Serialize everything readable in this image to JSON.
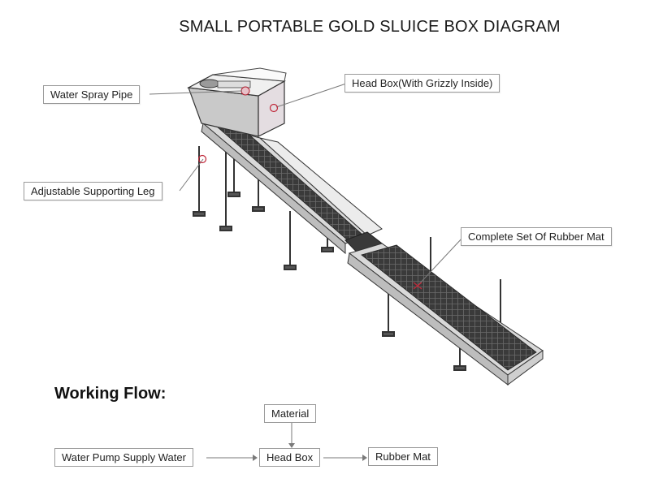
{
  "title": "SMALL PORTABLE GOLD SLUICE BOX DIAGRAM",
  "callouts": {
    "water_spray_pipe": "Water Spray Pipe",
    "head_box": "Head Box(With Grizzly Inside)",
    "supporting_leg": "Adjustable Supporting Leg",
    "rubber_mat": "Complete Set Of Rubber Mat"
  },
  "flow": {
    "heading": "Working Flow:",
    "material": "Material",
    "water_pump": "Water Pump Supply Water",
    "head_box": "Head Box",
    "rubber_mat": "Rubber Mat"
  }
}
